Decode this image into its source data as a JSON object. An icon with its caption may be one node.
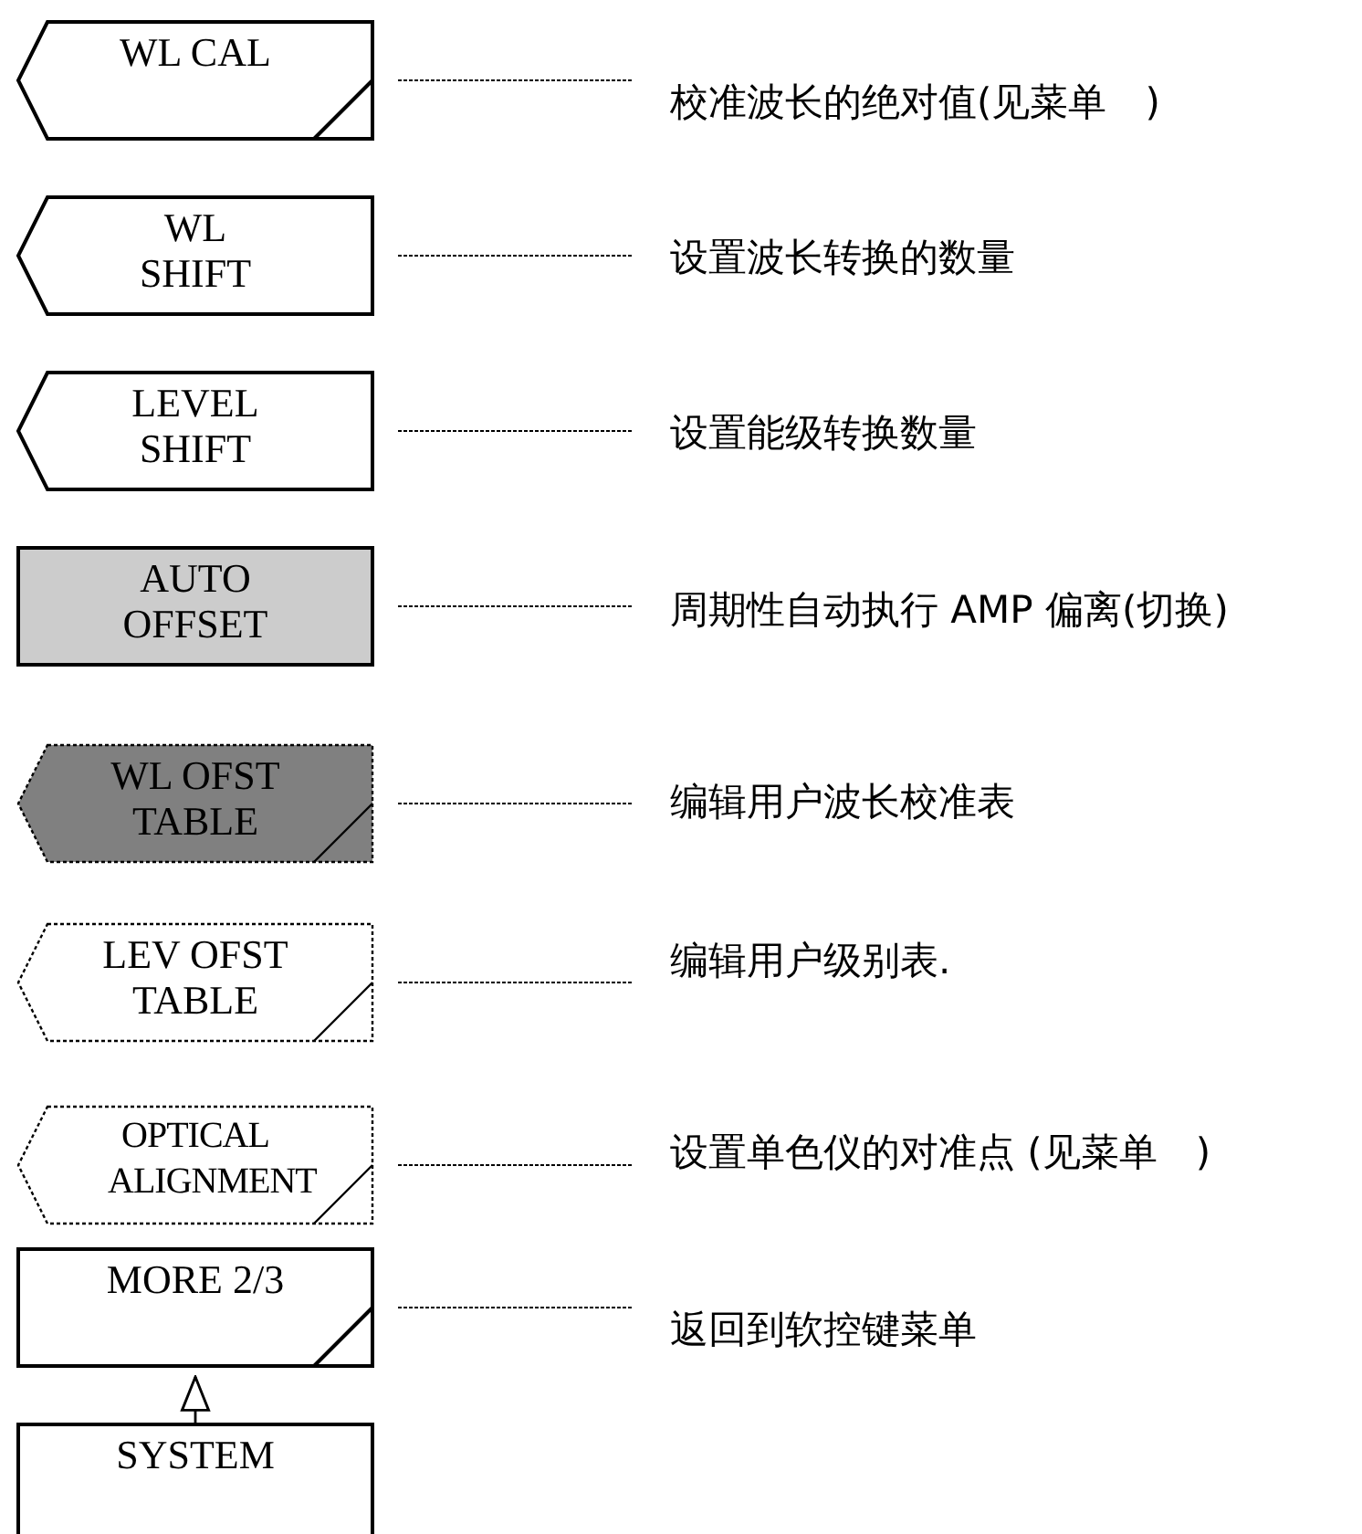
{
  "diagram": {
    "nodes": [
      {
        "text": [
          "WL CAL"
        ]
      },
      {
        "text": [
          "WL SHIFT"
        ]
      },
      {
        "text": [
          "LEVEL SHIFT"
        ]
      },
      {
        "text": [
          "AUTO OFFSET"
        ]
      },
      {
        "text": [
          "WL OFST TABLE"
        ]
      },
      {
        "text": [
          "LEV OFST TABLE"
        ]
      },
      {
        "text": [
          "OPTICAL ALIGNMENT"
        ]
      },
      {
        "text": [
          "MORE 2/3"
        ]
      },
      {
        "text": [
          "SYSTEM"
        ]
      },
      {
        "text": [
          "校准波长的绝对值(见菜单　)"
        ]
      },
      {
        "text": [
          "设置波长转换的数量"
        ]
      },
      {
        "text": [
          "设置能级转换数量"
        ]
      },
      {
        "text": [
          "周期性自动执行 AMP 偏离(切换)"
        ]
      },
      {
        "text": [
          "编辑用户波长校准表"
        ]
      },
      {
        "text": [
          "编辑用户级别表."
        ]
      },
      {
        "text": [
          "设置单色仪的对准点 (见菜单　)"
        ]
      },
      {
        "text": [
          "返回到软控键菜单"
        ]
      }
    ],
    "edges": [
      {
        "from": 0,
        "to": 9,
        "arrow": "none",
        "style": "dashed"
      },
      {
        "from": 1,
        "to": 10,
        "arrow": "none",
        "style": "dashed"
      },
      {
        "from": 2,
        "to": 11,
        "arrow": "none",
        "style": "dashed"
      },
      {
        "from": 3,
        "to": 12,
        "arrow": "none",
        "style": "dashed"
      },
      {
        "from": 4,
        "to": 13,
        "arrow": "none",
        "style": "dashed"
      },
      {
        "from": 5,
        "to": 14,
        "arrow": "none",
        "style": "dashed"
      },
      {
        "from": 6,
        "to": 15,
        "arrow": "none",
        "style": "dashed"
      },
      {
        "from": 7,
        "to": 16,
        "arrow": "none",
        "style": "dashed"
      },
      {
        "from": 8,
        "to": 7,
        "arrow": "to"
      }
    ]
  }
}
